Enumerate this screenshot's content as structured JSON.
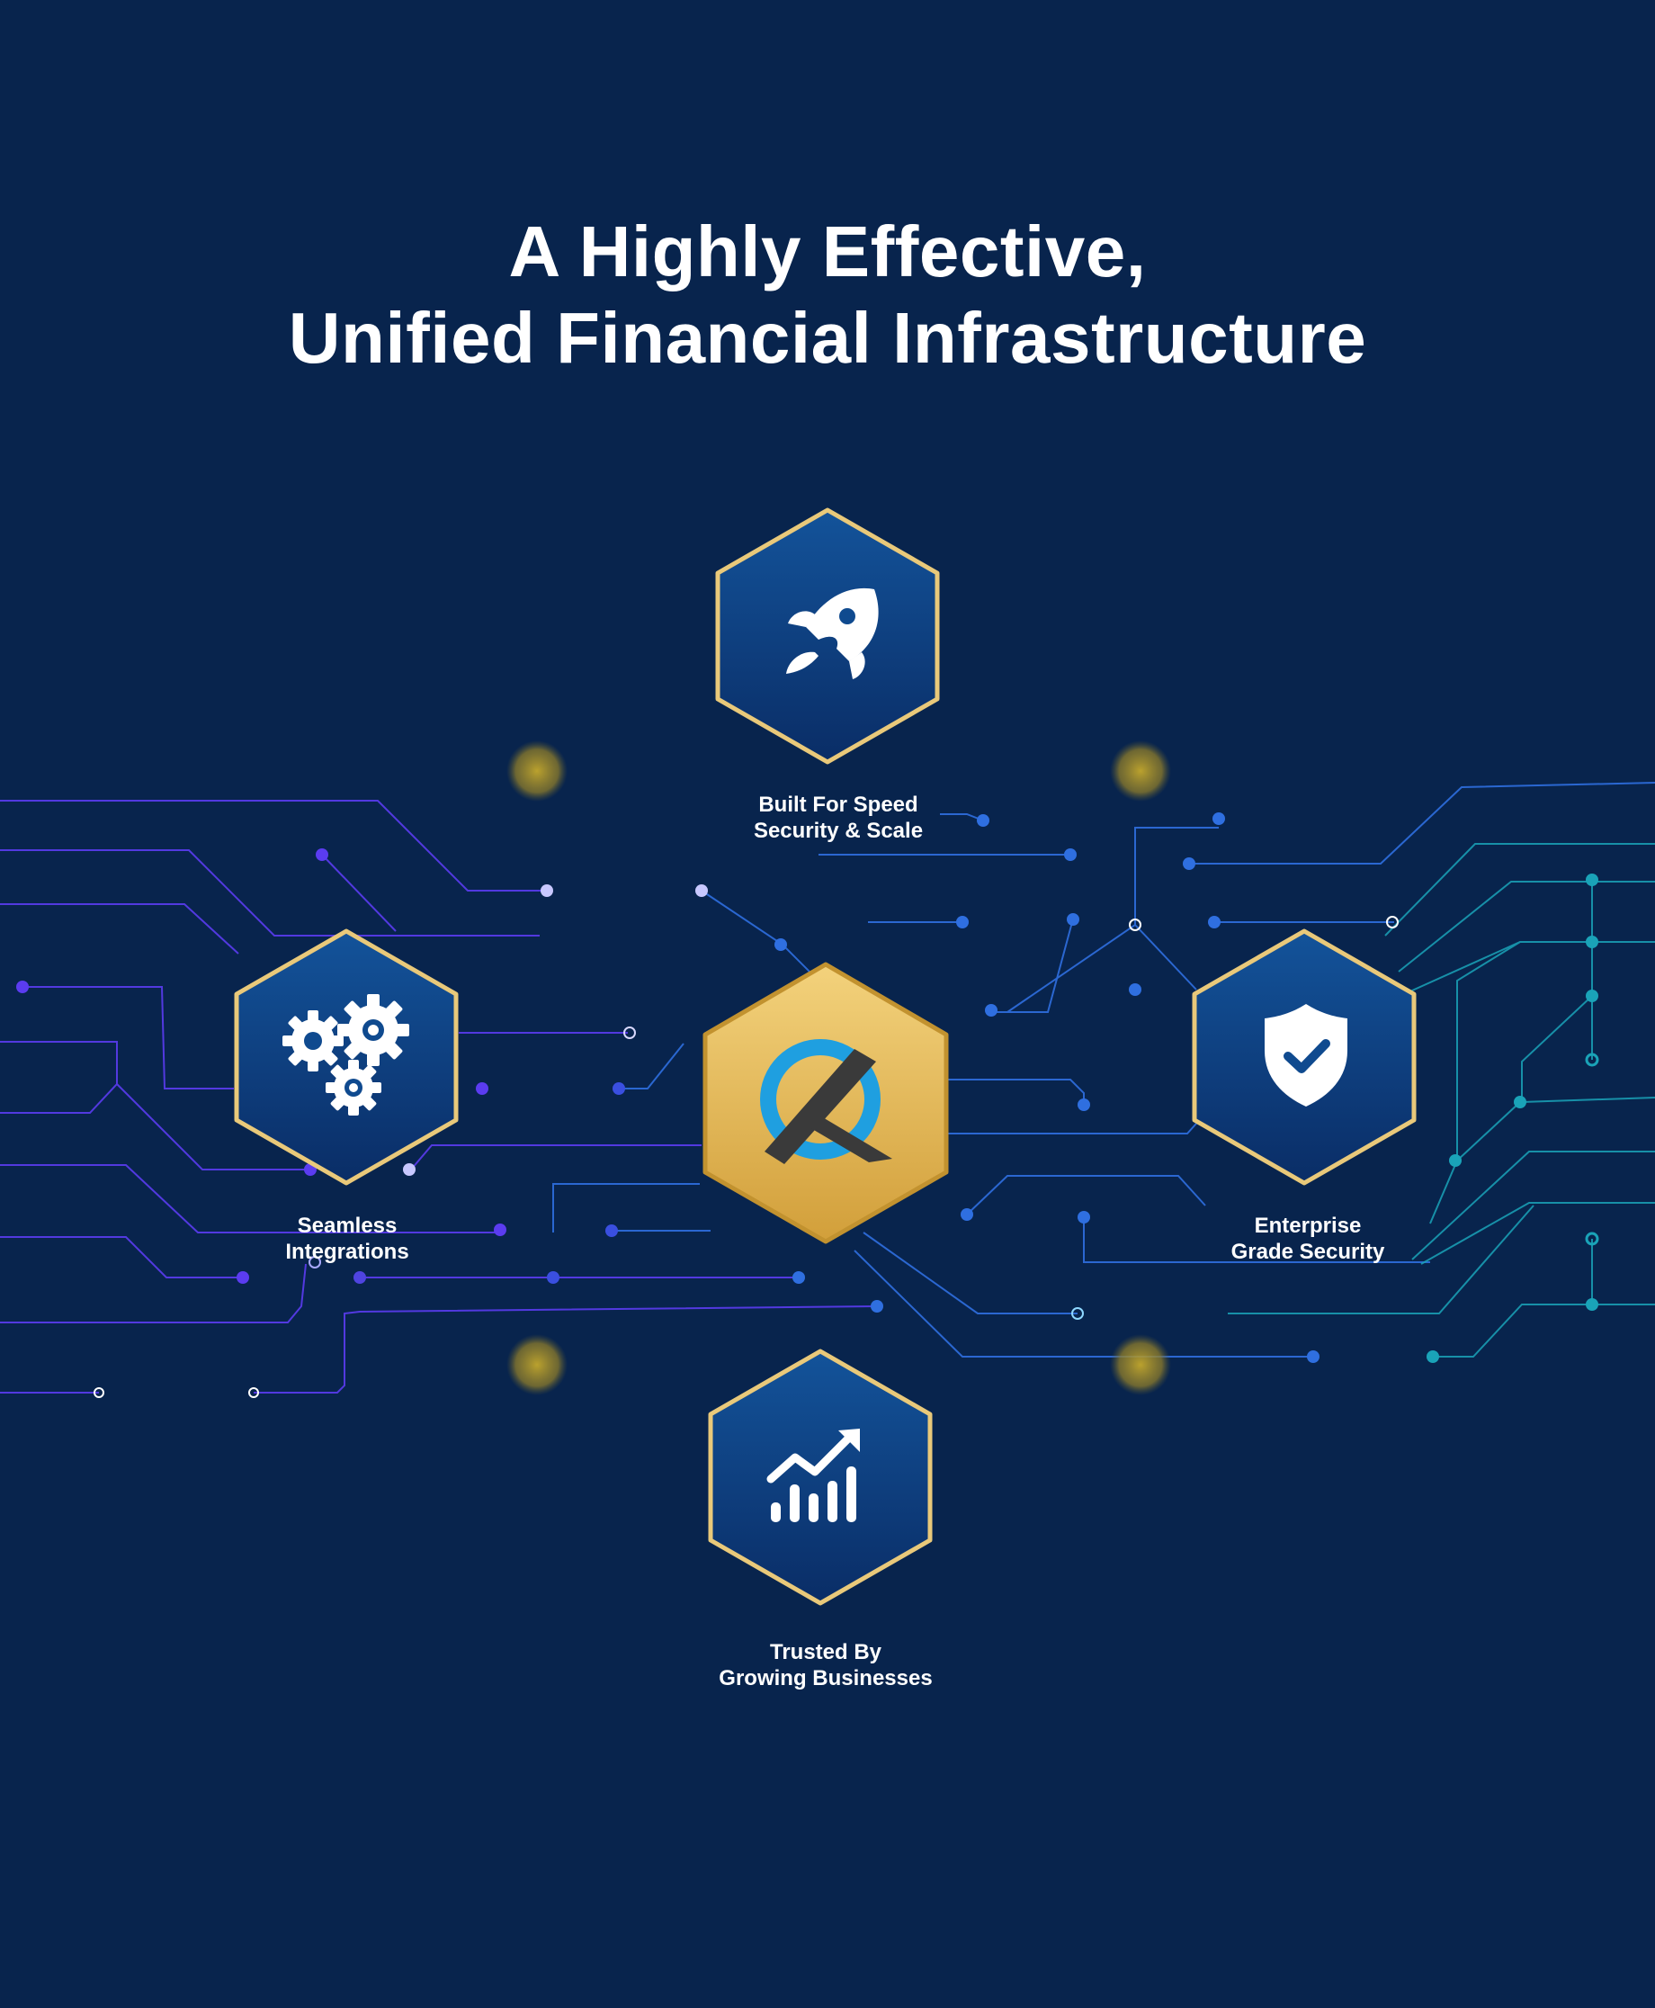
{
  "heading": {
    "line1": "A Highly Effective,",
    "line2": "Unified Financial Infrastructure"
  },
  "features": [
    {
      "icon": "rocket-icon",
      "line1": "Built For Speed",
      "line2": "Security & Scale"
    },
    {
      "icon": "gears-icon",
      "line1": "Seamless",
      "line2": "Integrations"
    },
    {
      "icon": "shield-check-icon",
      "line1": "Enterprise",
      "line2": "Grade Security"
    },
    {
      "icon": "growth-chart-icon",
      "line1": "Trusted By",
      "line2": "Growing Businesses"
    }
  ],
  "center_logo": {
    "icon": "brand-logo-icon"
  },
  "colors": {
    "background": "#08244d",
    "hex_fill_top": "#13539a",
    "hex_fill_bottom": "#0a2d66",
    "hex_border": "#e9c97a",
    "logo_gold_top": "#f3d27c",
    "logo_gold_bottom": "#d29f3a",
    "logo_ring": "#1f9fe0",
    "logo_mark": "#3a3a3a",
    "circuit_left": "#5b3cf0",
    "circuit_mid": "#2f6fe0",
    "circuit_right": "#1aa3b8",
    "glow": "#b59a2a",
    "text": "#ffffff"
  }
}
